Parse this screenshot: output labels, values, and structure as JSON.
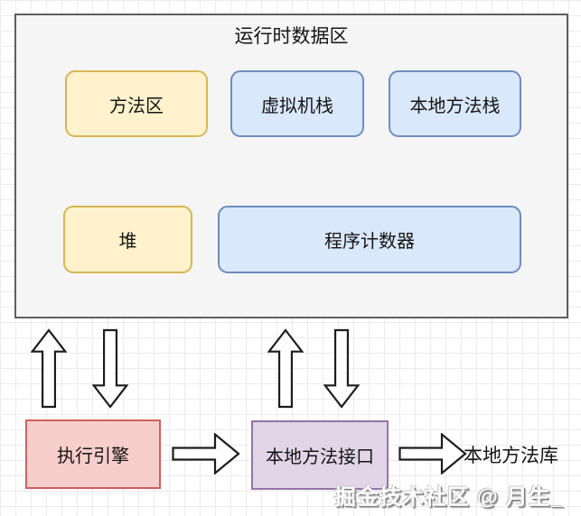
{
  "diagram": {
    "runtime_area": {
      "title": "运行时数据区",
      "panel_fill": "#f5f5f5",
      "panel_border": "#5f5f5f",
      "boxes": [
        {
          "id": "method-area",
          "label": "方法区",
          "fill": "#fff2cc",
          "border": "#d6b656"
        },
        {
          "id": "vm-stack",
          "label": "虚拟机栈",
          "fill": "#dae8fc",
          "border": "#6c8ebf"
        },
        {
          "id": "native-stack",
          "label": "本地方法栈",
          "fill": "#dae8fc",
          "border": "#6c8ebf"
        },
        {
          "id": "heap",
          "label": "堆",
          "fill": "#fff2cc",
          "border": "#d6b656"
        },
        {
          "id": "pc-register",
          "label": "程序计数器",
          "fill": "#dae8fc",
          "border": "#6c8ebf"
        }
      ]
    },
    "bottom_flow": {
      "execution_engine": {
        "label": "执行引擎",
        "fill": "#f8cecc",
        "border": "#cf615b"
      },
      "native_interface": {
        "label": "本地方法接口",
        "fill": "#e1d5e7",
        "border": "#9673a6"
      },
      "native_library": {
        "label": "本地方法库"
      }
    },
    "arrows": {
      "fill": "#ffffff",
      "stroke": "#1c1c1c"
    },
    "watermark": "掘金技术社区 @ 月生_"
  }
}
